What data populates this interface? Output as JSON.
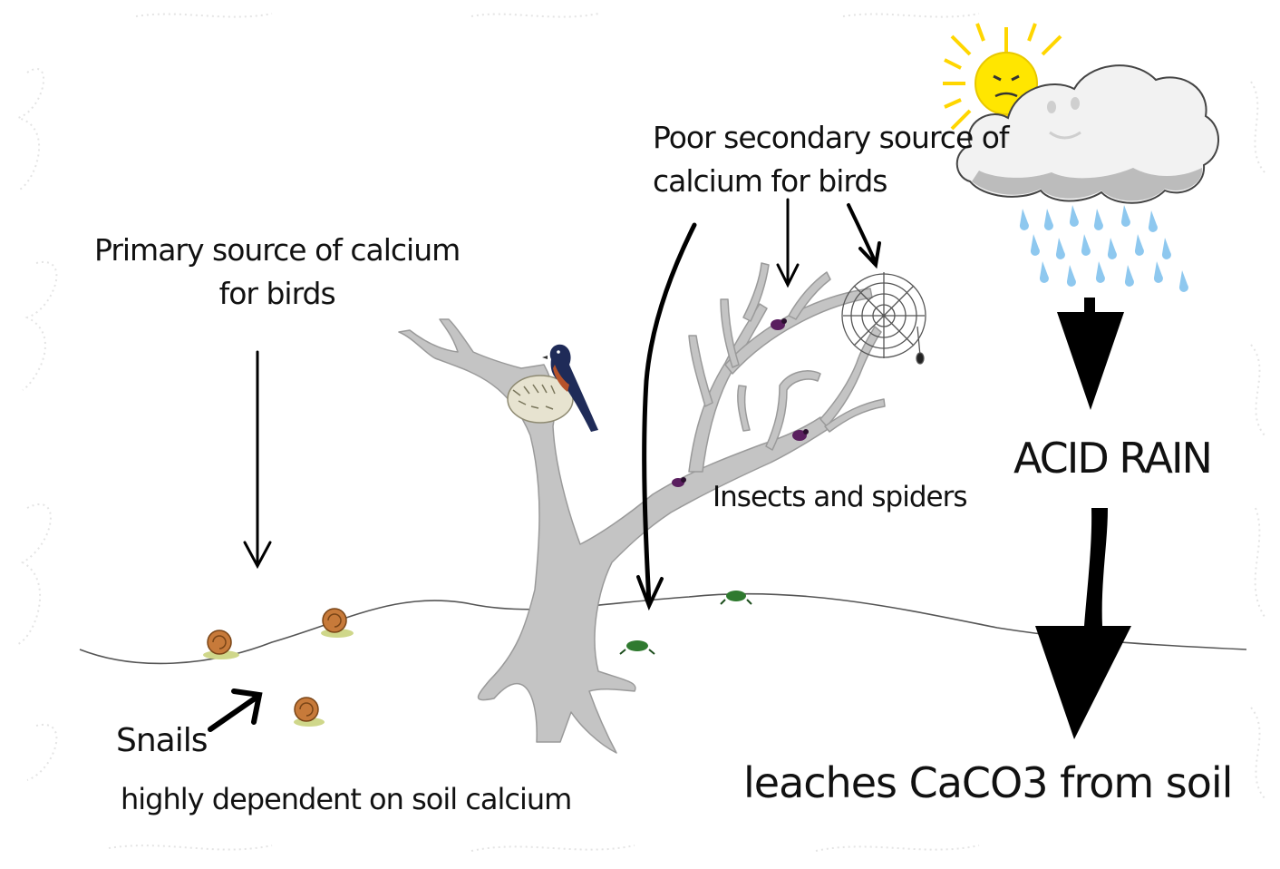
{
  "labels": {
    "primary_line1": "Primary source of calcium",
    "primary_line2": "for birds",
    "secondary_line1": "Poor secondary source of",
    "secondary_line2": "calcium for birds",
    "insects": "Insects and spiders",
    "acid_rain": "ACID RAIN",
    "snails": "Snails",
    "snails_dependent": "highly dependent on soil calcium",
    "leaches": "leaches CaCO3 from soil"
  },
  "colors": {
    "tree": "#c4c4c4",
    "tree_outline": "#9a9a9a",
    "ground_line": "#555555",
    "rain": "#8ec8ef",
    "sun": "#ffe600",
    "cloud": "#f2f2f2",
    "cloud_shadow": "#bcbcbc",
    "arrow": "#000000",
    "snail_shell": "#c77a3a",
    "insect": "#5a1f5f",
    "frog": "#2f7a2f"
  },
  "icons": [
    "sun-icon",
    "cloud-icon",
    "rain-icon",
    "tree-icon",
    "bird-icon",
    "nest-icon",
    "spider-web-icon",
    "snail-icon",
    "insect-icon",
    "frog-icon"
  ]
}
